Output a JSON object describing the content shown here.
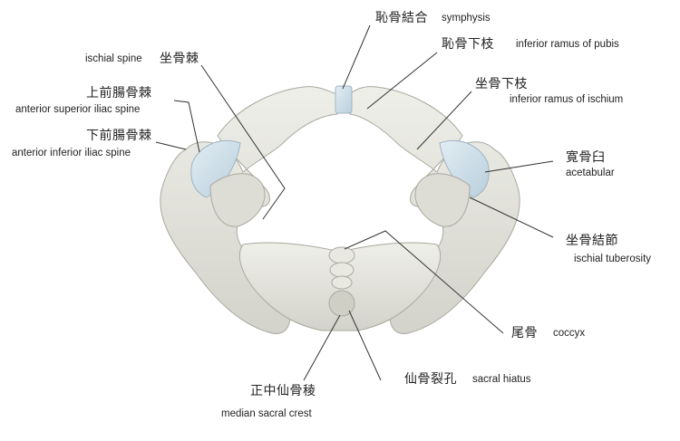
{
  "labels": {
    "symphysis": {
      "jp": "恥骨結合",
      "en": "symphysis"
    },
    "inf_ramus_pubis": {
      "jp": "恥骨下枝",
      "en": "inferior ramus of pubis"
    },
    "ischial_spine": {
      "jp": "坐骨棘",
      "en": "ischial spine"
    },
    "asis": {
      "jp": "上前腸骨棘",
      "en": "anterior superior iliac spine"
    },
    "aiis": {
      "jp": "下前腸骨棘",
      "en": "anterior inferior iliac spine"
    },
    "inf_ramus_isch": {
      "jp": "坐骨下枝",
      "en": "inferior ramus of ischium"
    },
    "acetabular": {
      "jp": "寛骨臼",
      "en": "acetabular"
    },
    "ischial_tub": {
      "jp": "坐骨結節",
      "en": "ischial tuberosity"
    },
    "coccyx": {
      "jp": "尾骨",
      "en": "coccyx"
    },
    "sacral_hiatus": {
      "jp": "仙骨裂孔",
      "en": "sacral hiatus"
    },
    "median_crest": {
      "jp": "正中仙骨稜",
      "en": "median sacral crest"
    }
  },
  "colors": {
    "bone": "#e6e6df",
    "bone_shade": "#b9b9b0",
    "cartilage": "#d4e3ec",
    "line": "#333333"
  }
}
